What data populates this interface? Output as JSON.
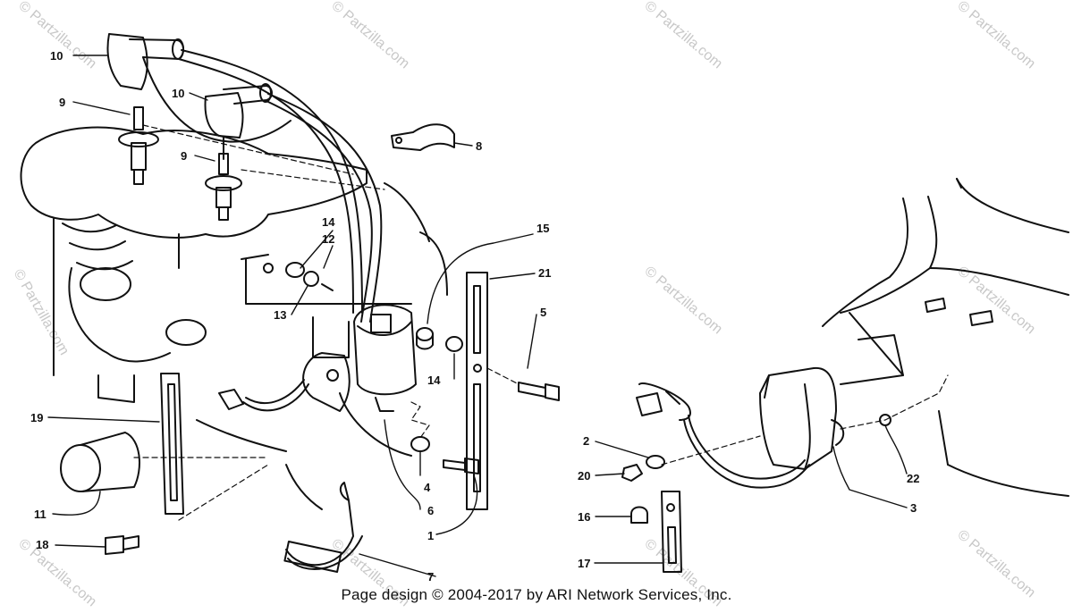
{
  "diagram": {
    "callouts": [
      {
        "label": "10",
        "part": "spark-plug-cap"
      },
      {
        "label": "9",
        "part": "spark-plug"
      },
      {
        "label": "10",
        "part": "spark-plug-cap"
      },
      {
        "label": "9",
        "part": "spark-plug"
      },
      {
        "label": "8",
        "part": "cable-clamp"
      },
      {
        "label": "14",
        "part": "washer"
      },
      {
        "label": "12",
        "part": "bushing"
      },
      {
        "label": "13",
        "part": "lock-washer"
      },
      {
        "label": "15",
        "part": "spacer"
      },
      {
        "label": "21",
        "part": "bracket"
      },
      {
        "label": "5",
        "part": "cap-screw"
      },
      {
        "label": "14",
        "part": "washer"
      },
      {
        "label": "19",
        "part": "strap"
      },
      {
        "label": "11",
        "part": "coil-cover"
      },
      {
        "label": "18",
        "part": "cap-screw"
      },
      {
        "label": "4",
        "part": "washer"
      },
      {
        "label": "6",
        "part": "wire-lead"
      },
      {
        "label": "1",
        "part": "ignition-coil"
      },
      {
        "label": "7",
        "part": "strap"
      },
      {
        "label": "2",
        "part": "washer"
      },
      {
        "label": "20",
        "part": "nut"
      },
      {
        "label": "16",
        "part": "acorn-nut"
      },
      {
        "label": "17",
        "part": "bracket"
      },
      {
        "label": "22",
        "part": "star-washer"
      },
      {
        "label": "3",
        "part": "cdi-box"
      }
    ]
  },
  "watermark": {
    "text": "© Partzilla.com"
  },
  "footer": {
    "text": "Page design © 2004-2017 by ARI Network Services, Inc."
  }
}
